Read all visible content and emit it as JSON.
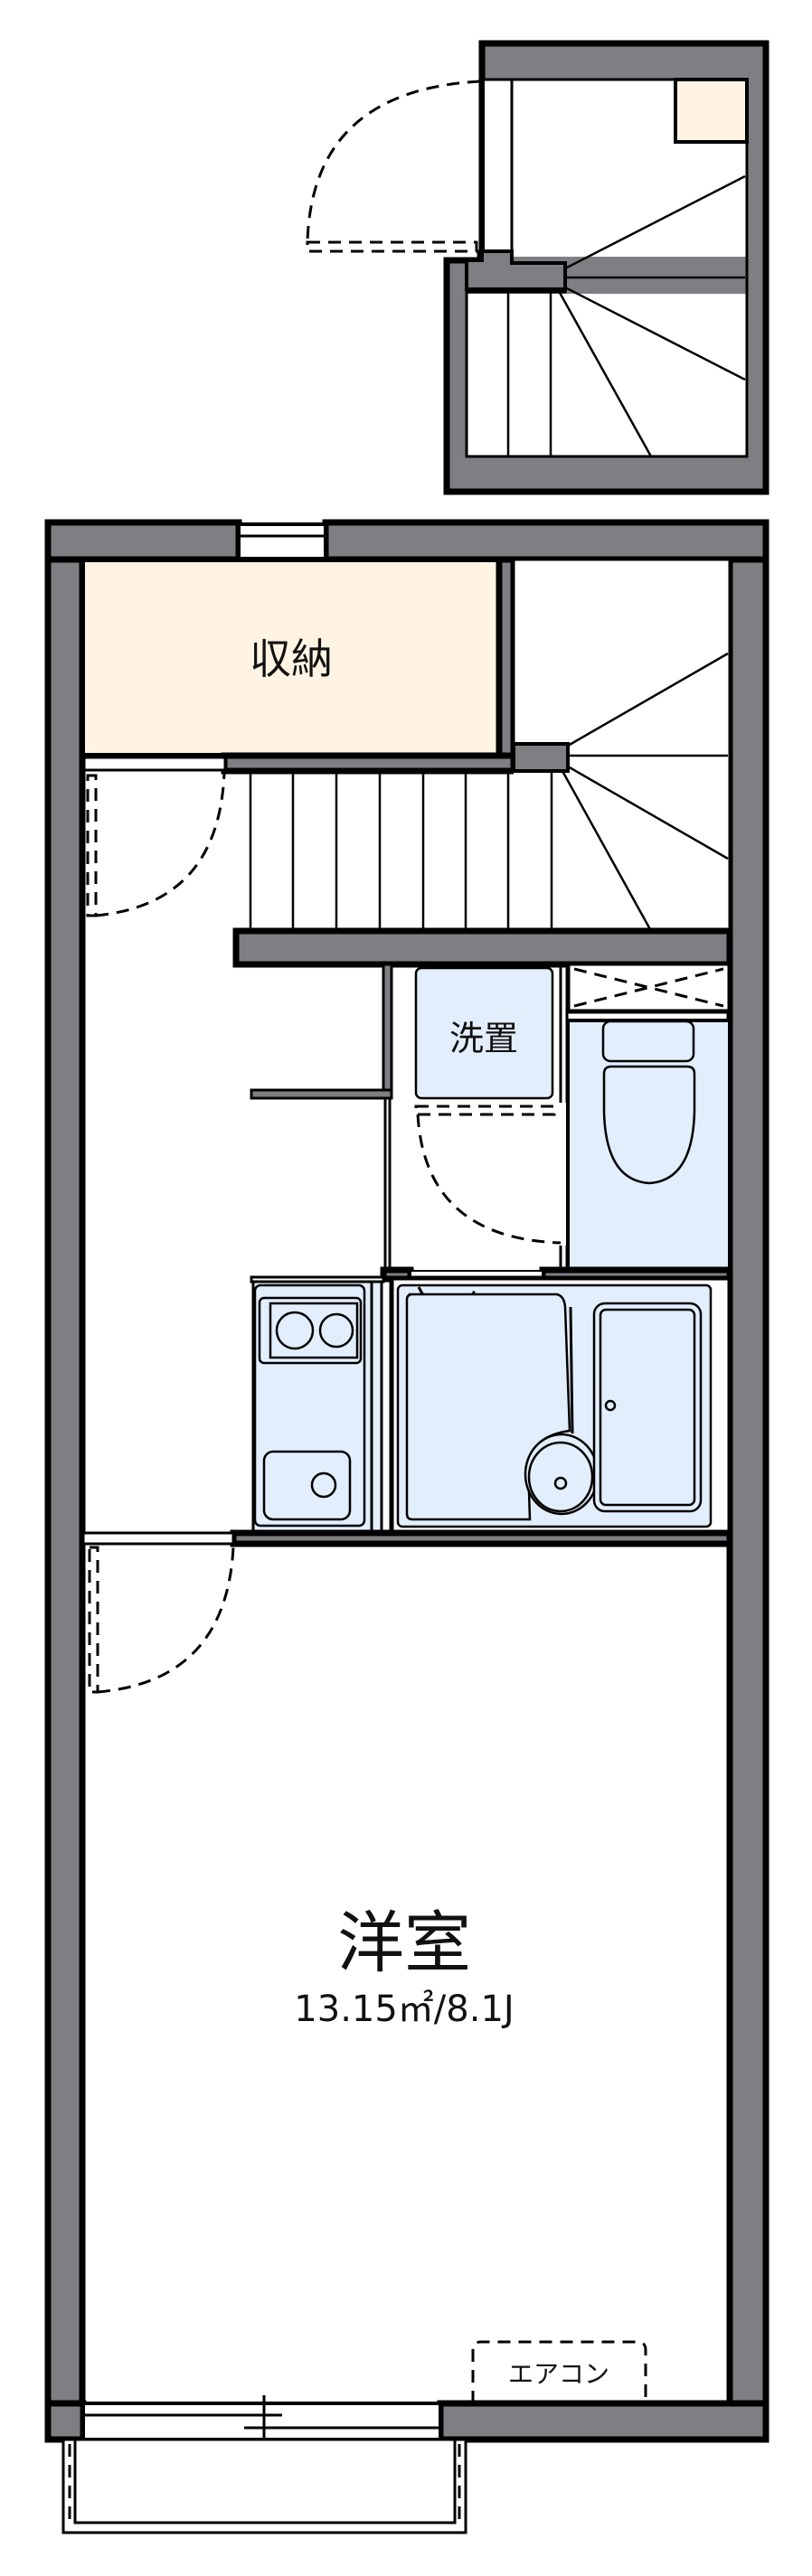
{
  "floorplan": {
    "rooms": {
      "storage": {
        "label": "収納"
      },
      "washer": {
        "label": "洗置"
      },
      "western_room": {
        "label": "洋室",
        "area": "13.15㎡/8.1J"
      },
      "aircon": {
        "label": "エアコン"
      }
    },
    "colors": {
      "wall": "#7f7e83",
      "storage_fill": "#fff4e3",
      "fixture_fill": "#e3eefc",
      "outline": "#000000"
    }
  }
}
